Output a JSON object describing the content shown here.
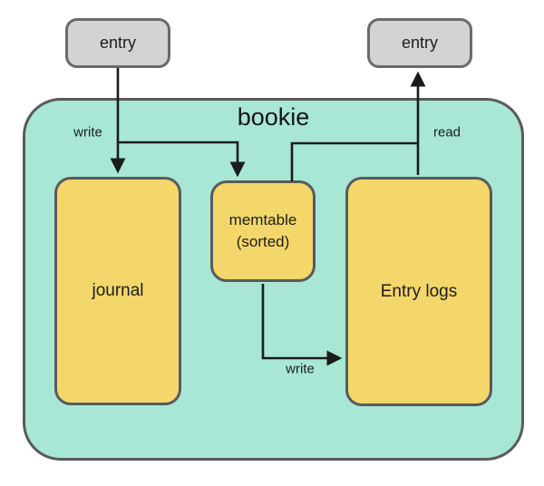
{
  "diagram": {
    "title": "bookie",
    "nodes": {
      "entry_left": {
        "label": "entry"
      },
      "entry_right": {
        "label": "entry"
      },
      "journal": {
        "label": "journal"
      },
      "memtable": {
        "line1": "memtable",
        "line2": "(sorted)"
      },
      "entry_logs": {
        "label": "Entry logs"
      }
    },
    "edges": {
      "write_top_label": "write",
      "read_label": "read",
      "write_bottom_label": "write"
    },
    "colors": {
      "container_fill": "#a8e7d6",
      "store_fill": "#f3d76b",
      "entry_fill": "#d3d3d3",
      "border": "#5a5a5a",
      "arrow": "#1b1b1b",
      "background": "#ffffff"
    }
  }
}
